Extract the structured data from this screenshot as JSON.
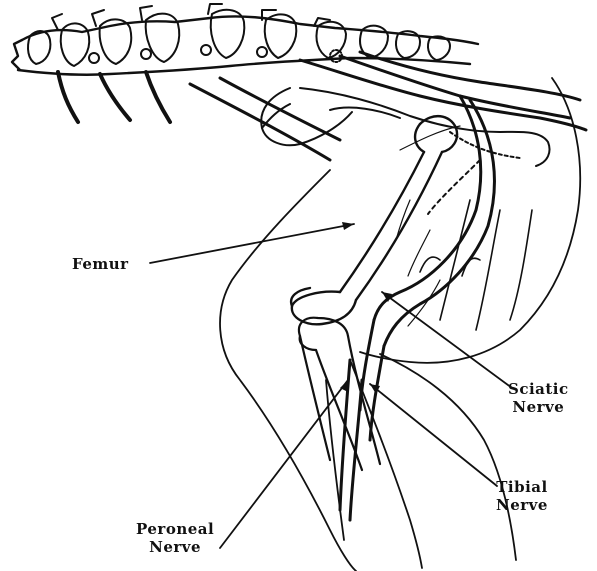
{
  "labels": {
    "femur": "Femur",
    "sciatic": [
      "Sciatic",
      "Nerve"
    ],
    "tibial": [
      "Tibial",
      "Nerve"
    ],
    "peroneal": [
      "Peroneal",
      "Nerve"
    ]
  },
  "colors": {
    "ink": "#111111",
    "background": "#ffffff"
  }
}
